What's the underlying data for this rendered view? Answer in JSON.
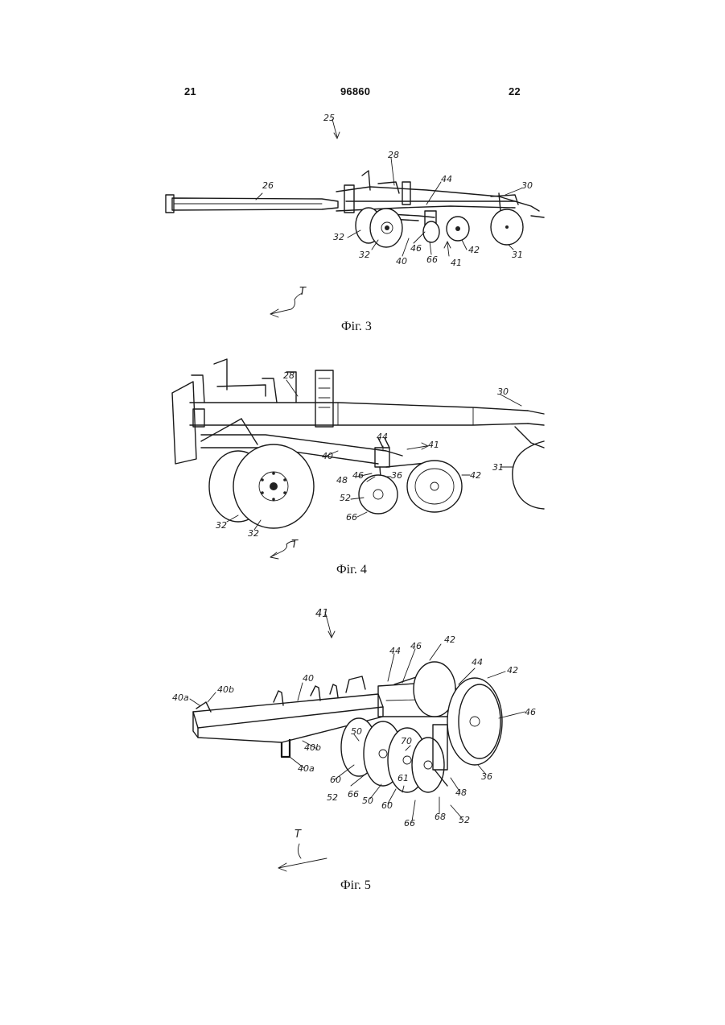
{
  "header": {
    "left_page": "21",
    "patent_number": "96860",
    "right_page": "22"
  },
  "figures": [
    {
      "caption": "Фіг. 3",
      "refs": {
        "r25": "25",
        "r26": "26",
        "r28": "28",
        "r44": "44",
        "r30": "30",
        "r32a": "32",
        "r32b": "32",
        "r46": "46",
        "r40": "40",
        "r66": "66",
        "r41": "41",
        "r42": "42",
        "r31": "31",
        "T": "T"
      }
    },
    {
      "caption": "Фіг. 4",
      "refs": {
        "r28": "28",
        "r30": "30",
        "r44": "44",
        "r41": "41",
        "r40": "40",
        "r46": "46",
        "r48": "48",
        "r36": "36",
        "r42": "42",
        "r31": "31",
        "r52": "52",
        "r66": "66",
        "r32a": "32",
        "r32b": "32",
        "T": "T"
      }
    },
    {
      "caption": "Фіг. 5",
      "refs": {
        "r41": "41",
        "r44a": "44",
        "r46a": "46",
        "r42a": "42",
        "r44b": "44",
        "r42b": "42",
        "r40": "40",
        "r40a_1": "40a",
        "r40b_1": "40b",
        "r46b": "46",
        "r50a": "50",
        "r40b_2": "40b",
        "r70": "70",
        "r40a_2": "40a",
        "r60a": "60",
        "r52a": "52",
        "r66a": "66",
        "r50b": "50",
        "r61": "61",
        "r60b": "60",
        "r66b": "66",
        "r68": "68",
        "r48": "48",
        "r52b": "52",
        "r36": "36",
        "T": "T"
      }
    }
  ]
}
